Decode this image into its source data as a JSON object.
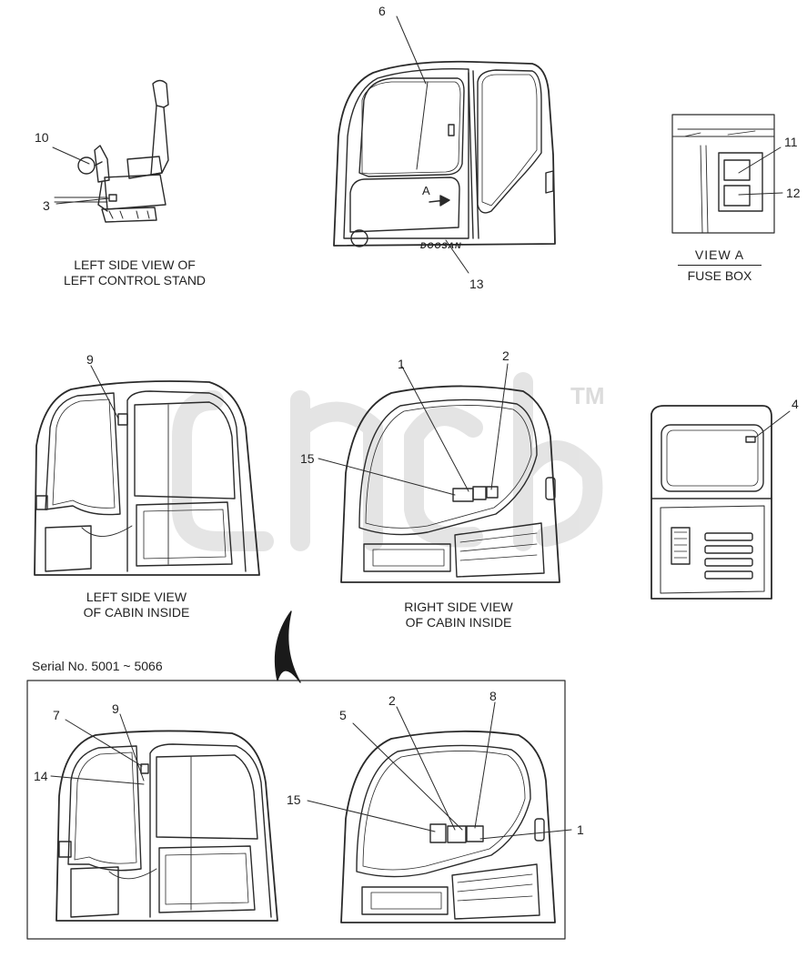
{
  "callouts": {
    "c1_top": "1",
    "c2_top": "2",
    "c3": "3",
    "c4": "4",
    "c6": "6",
    "c9_top": "9",
    "c10": "10",
    "c11": "11",
    "c12": "12",
    "c13": "13",
    "c15_top": "15",
    "c7": "7",
    "c9_bot": "9",
    "c14": "14",
    "c5": "5",
    "c2_bot": "2",
    "c8": "8",
    "c15_bot": "15",
    "c1_bot": "1"
  },
  "captions": {
    "left_stand_1": "LEFT SIDE VIEW OF",
    "left_stand_2": "LEFT CONTROL STAND",
    "view_a_title": "VIEW  A",
    "view_a_sub": "FUSE BOX",
    "left_cabin_1": "LEFT SIDE VIEW",
    "left_cabin_2": "OF CABIN INSIDE",
    "right_cabin_1": "RIGHT SIDE VIEW",
    "right_cabin_2": "OF CABIN INSIDE",
    "serial": "Serial No. 5001 ~ 5066",
    "arrow_a": "A",
    "brand": "DOOSAN",
    "trademark": "TM"
  }
}
